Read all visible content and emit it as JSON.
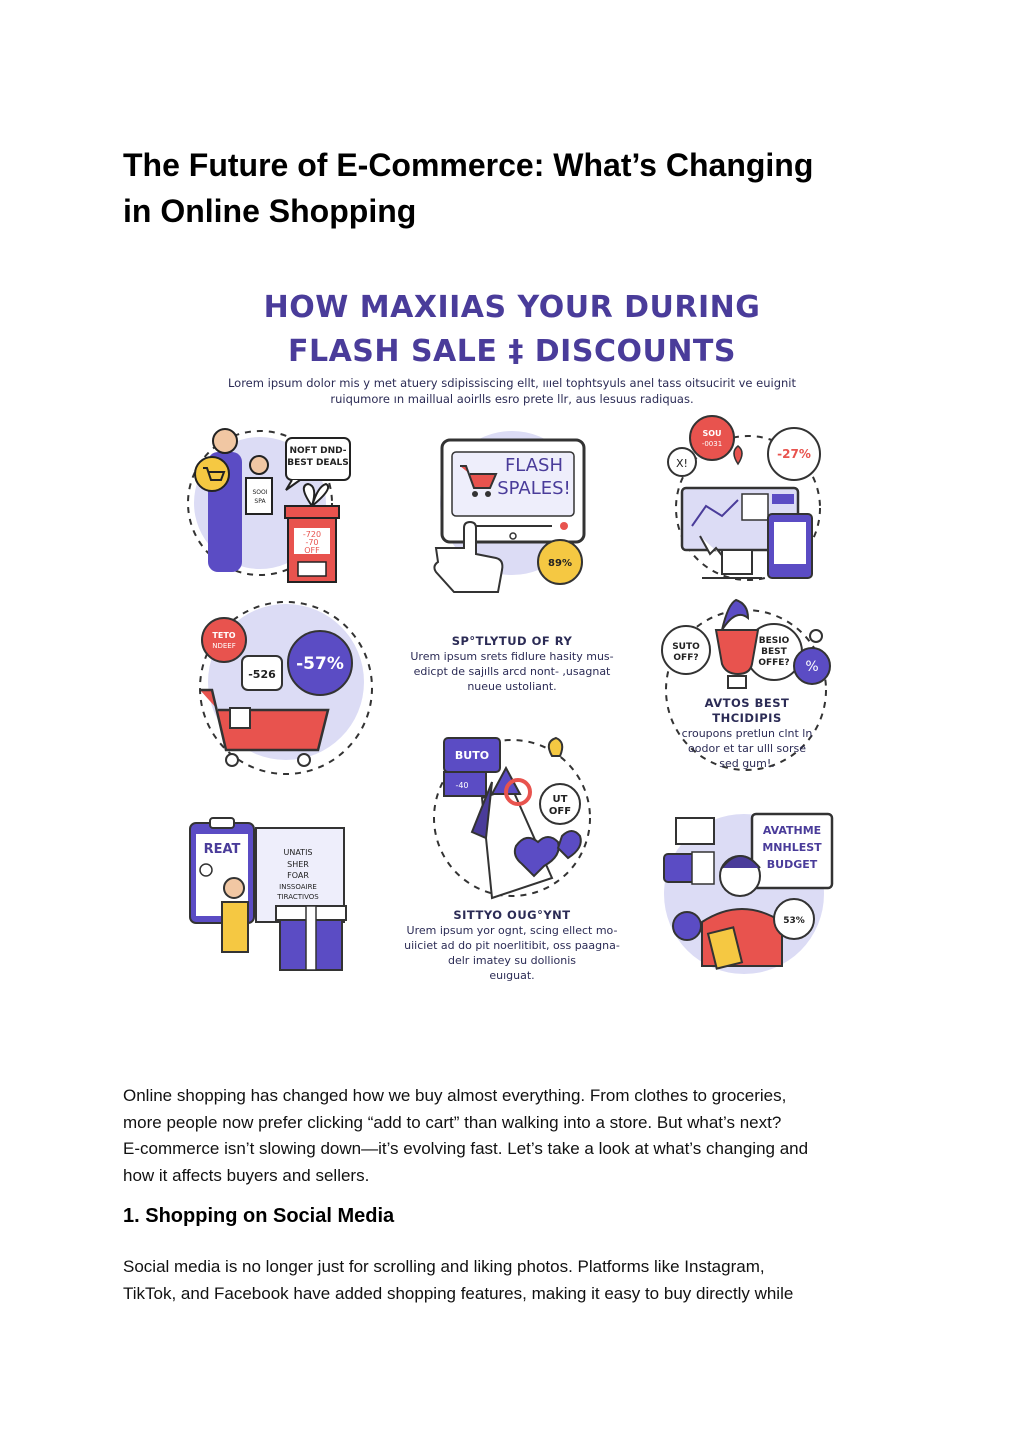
{
  "title_line1": "The Future of E-Commerce: What’s Changing",
  "title_line2": "in Online Shopping",
  "infographic": {
    "title_line1": "HOW MAXIIAS YOUR DURING",
    "title_line2": "FLAЅH SALE ‡ DISCOUNTS",
    "subtitle_line1": "Lorem ipsum dolor mis y met atuery sdipissiscing ellt, ıııel tophtsyuls anel tass oitsucirit ve euignit",
    "subtitle_line2": "ruiqumore ın maillual aoirlls esro prete llr, aus lesuus radiquas.",
    "bubble_best_deals_1": "NOFT DND-",
    "bubble_best_deals_2": "BEST DEALS",
    "tag_small_1": "SOOI",
    "tag_small_2": "SPA",
    "gift_1": "-720",
    "gift_2": "-70",
    "gift_3": "OFF",
    "flash_1": "FLASH",
    "flash_2": "SPALES!",
    "badge_89": "89%",
    "bubble_sou_1": "SOU",
    "bubble_sou_2": "-0031",
    "bubble_27": "-27%",
    "bubble_x": "X!",
    "bubble_teto_1": "TETO",
    "bubble_teto_2": "NDEEF",
    "tag_526": "-526",
    "bubble_57": "-57%",
    "mid_heading": "SP°TLYTUD OF RY",
    "mid_line1": "Urem ipsum srets fidlure hasity mus-",
    "mid_line2": "edicpt de sajılls arcd nont- ,usagnat",
    "mid_line3": "nueue ustoliant.",
    "bubble_suto_1": "SUTO",
    "bubble_suto_2": "OFF?",
    "bubble_besio_1": "BESIO",
    "bubble_besio_2": "BEST",
    "bubble_besio_3": "OFFE?",
    "percent_icon": "%",
    "right_heading": "AVTOS BEST THCIDIPIS",
    "right_line1": "croupons pretlun clnt ln",
    "right_line2": "oodor et tar ulll sorse",
    "right_line3": "sed gum!.",
    "tag_buto": "BUTO",
    "tag_40": "-40",
    "bubble_ut_1": "UT",
    "bubble_ut_2": "OFF",
    "clipboard_title": "REAT",
    "scroll_1": "UNATIS",
    "scroll_2": "SHER",
    "scroll_3": "FOAR",
    "scroll_4": "INSSOAIRE",
    "scroll_5": "TIRACTIVOS",
    "bottom_heading": "SITTYO OUG°YNT",
    "bottom_line1": "Urem ipsum yor ognt, scing ellect mo-",
    "bottom_line2": "uiiciet ad do pit noerlitibit, oss paagna-",
    "bottom_line3": "delr imatey su dollionis",
    "bottom_line4": "euıguat.",
    "budget_1": "AVATHME",
    "budget_2": "MNHLEST",
    "budget_3": "BUDGET",
    "badge_53": "53%",
    "colors": {
      "purple": "#4a3c9a",
      "lavender": "#dcdcf5",
      "red": "#e8534e",
      "yellow": "#f5c842"
    }
  },
  "paragraph1": [
    "Online shopping has changed how we buy almost everything. From clothes to groceries,",
    "more people now prefer clicking “add to cart” than walking into a store. But what’s next?",
    "E-commerce isn’t slowing down—it’s evolving fast. Let’s take a look at what’s changing and",
    "how it affects buyers and sellers."
  ],
  "section1_heading": "1. Shopping on Social Media",
  "paragraph2": [
    "Social media is no longer just for scrolling and liking photos. Platforms like Instagram,",
    "TikTok, and Facebook have added shopping features, making it easy to buy directly while"
  ]
}
